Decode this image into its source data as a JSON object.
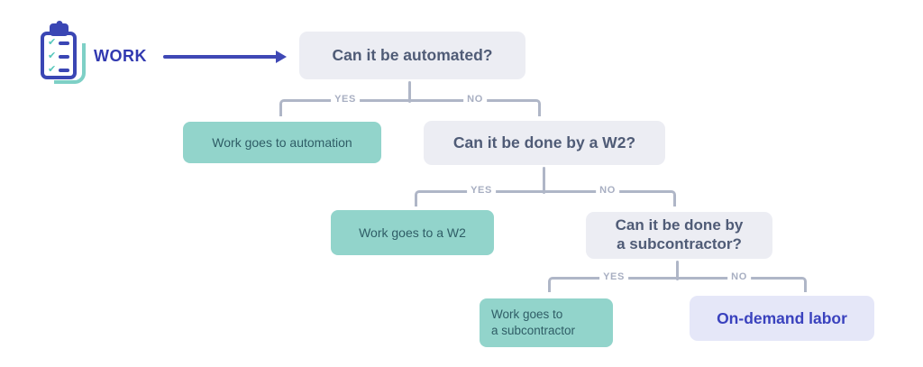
{
  "diagram": {
    "source": {
      "label": "WORK",
      "icon": "clipboard-checklist-icon"
    },
    "nodes": {
      "q_automated": "Can it be automated?",
      "q_w2": "Can it be done by a W2?",
      "q_subcontractor": [
        "Can it be done by",
        "a subcontractor?"
      ],
      "r_automation": "Work goes to automation",
      "r_w2": "Work goes to a W2",
      "r_subcontractor": [
        "Work goes to",
        "a subcontractor"
      ],
      "r_on_demand": "On-demand labor"
    },
    "connectors": [
      {
        "yes": "YES",
        "no": "NO"
      },
      {
        "yes": "YES",
        "no": "NO"
      },
      {
        "yes": "YES",
        "no": "NO"
      }
    ],
    "colors": {
      "indigo": "#3A46B4",
      "teal_accent": "#7ED0C6",
      "teal_fill": "#92D4CB",
      "teal_text": "#2F5D66",
      "question_fill": "#ECEDF3",
      "question_text": "#4F5B76",
      "alt_fill": "#E5E7F8",
      "alt_text": "#3A42BE",
      "connector_line": "#AFB6C7"
    }
  }
}
